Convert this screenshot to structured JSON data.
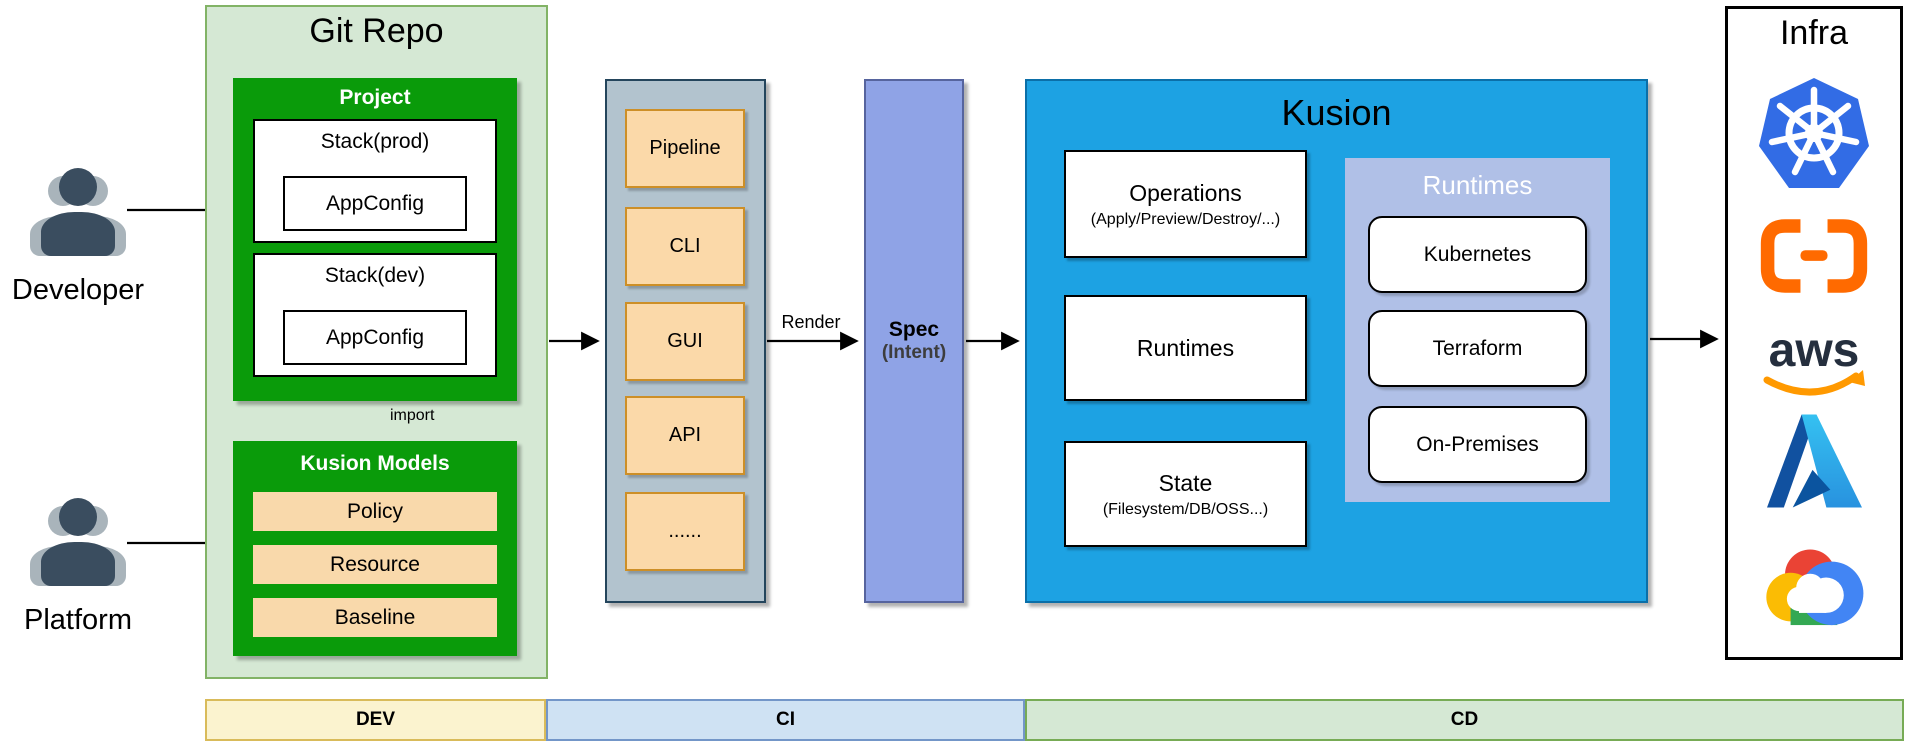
{
  "diagram": {
    "actors": {
      "developer": "Developer",
      "platform": "Platform"
    },
    "git_repo": {
      "title": "Git Repo",
      "project": {
        "title": "Project",
        "stacks": [
          {
            "name": "Stack(prod)",
            "config": "AppConfig"
          },
          {
            "name": "Stack(dev)",
            "config": "AppConfig"
          }
        ]
      },
      "import_label": "import",
      "kusion_models": {
        "title": "Kusion Models",
        "items": [
          "Policy",
          "Resource",
          "Baseline"
        ]
      }
    },
    "interfaces": {
      "items": [
        "Pipeline",
        "CLI",
        "GUI",
        "API",
        "......"
      ]
    },
    "render_label": "Render",
    "spec": {
      "title": "Spec",
      "subtitle": "(Intent)"
    },
    "kusion": {
      "title": "Kusion",
      "operations_title": "Operations",
      "operations_subtitle": "(Apply/Preview/Destroy/...)",
      "runtimes_label": "Runtimes",
      "state_title": "State",
      "state_subtitle": "(Filesystem/DB/OSS...)",
      "runtimes_panel": {
        "title": "Runtimes",
        "items": [
          "Kubernetes",
          "Terraform",
          "On-Premises"
        ]
      }
    },
    "infra": {
      "title": "Infra",
      "aws_logo_text": "aws",
      "logos": [
        "kubernetes",
        "alibaba-cloud",
        "aws",
        "azure",
        "google-cloud"
      ]
    },
    "stages": [
      "DEV",
      "CI",
      "CD"
    ],
    "colors": {
      "git_repo_fill": "#d5e8d4",
      "git_repo_stroke": "#82b366",
      "green_box_fill": "#0a9b0a",
      "model_row_fill": "#f9d9ab",
      "interfaces_fill": "#b2c3ce",
      "interfaces_stroke": "#24455c",
      "tool_box_fill": "#fbd9a9",
      "tool_box_stroke": "#cd8f27",
      "spec_fill": "#8fa3e6",
      "kusion_fill": "#1da2e3",
      "runtimes_panel_fill": "#b0c0e7",
      "dev_band_fill": "#fbf3cf",
      "ci_band_fill": "#cfe2f3",
      "cd_band_fill": "#d5e8d4",
      "kubernetes_blue": "#326CE5",
      "alibaba_orange": "#FF6A00",
      "aws_dark": "#252F3E",
      "aws_orange": "#FF9900",
      "azure_blue": "#2892DF",
      "gcp_blue": "#4285F4",
      "gcp_red": "#EA4335",
      "gcp_yellow": "#FBBC04",
      "gcp_green": "#34A853"
    }
  }
}
